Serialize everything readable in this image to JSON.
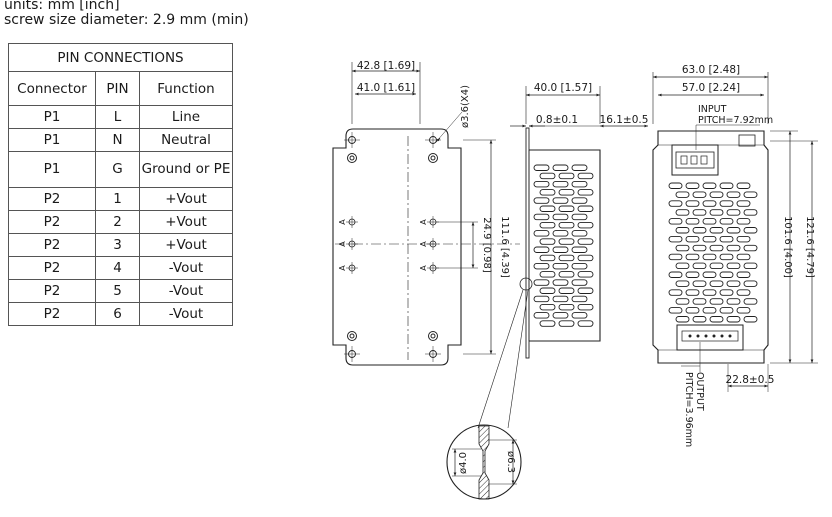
{
  "header": {
    "units": "units: mm [inch]",
    "screw": "screw size diameter: 2.9 mm (min)"
  },
  "pin_table": {
    "title": "PIN CONNECTIONS",
    "columns": [
      "Connector",
      "PIN",
      "Function"
    ],
    "rows": [
      [
        "P1",
        "L",
        "Line"
      ],
      [
        "P1",
        "N",
        "Neutral"
      ],
      [
        "P1",
        "G",
        "Ground or PE"
      ],
      [
        "P2",
        "1",
        "+Vout"
      ],
      [
        "P2",
        "2",
        "+Vout"
      ],
      [
        "P2",
        "3",
        "+Vout"
      ],
      [
        "P2",
        "4",
        "-Vout"
      ],
      [
        "P2",
        "5",
        "-Vout"
      ],
      [
        "P2",
        "6",
        "-Vout"
      ]
    ]
  },
  "dimensions": {
    "bottom_width_outer": "42.8 [1.69]",
    "bottom_width_inner": "41.0 [1.61]",
    "hole_dia": "ø3.6(X4)",
    "hole_spacing": "24.9 [0.98]",
    "bottom_length": "111.6 [4.39]",
    "side_depth": "40.0 [1.57]",
    "side_thickness": "0.8±0.1",
    "side_offset": "16.1±0.5",
    "top_width_outer": "63.0 [2.48]",
    "top_width_inner": "57.0 [2.24]",
    "input_label": "INPUT",
    "input_pitch": "PITCH=7.92mm",
    "top_length_outer": "121.6 [4.79]",
    "top_length_inner": "101.6 [4.00]",
    "output_label": "OUTPUT",
    "output_pitch": "PITCH=3.96mm",
    "output_offset": "22.8±0.5",
    "detail_inner": "ø4.0",
    "detail_outer": "ø6.3",
    "hole_marker": "A"
  }
}
